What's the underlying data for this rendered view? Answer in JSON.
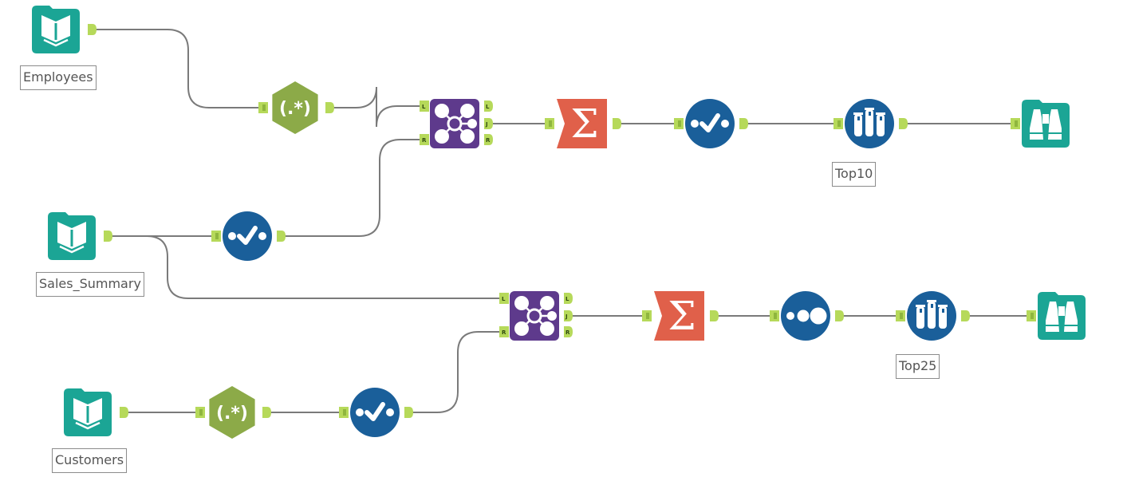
{
  "canvas": {
    "background": "#ffffff",
    "colors": {
      "input_teal": "#1ba595",
      "formula_green": "#8caa48",
      "join_purple": "#5e3a8c",
      "summarize_orange": "#e0604a",
      "select_blue": "#1a5f9a",
      "anchor_green": "#b6d95a",
      "connection_gray": "#7a7a7a"
    }
  },
  "tools": [
    {
      "id": "t1",
      "type": "input",
      "icon": "book-icon",
      "label": "Employees"
    },
    {
      "id": "t2",
      "type": "regex",
      "icon": "regex-icon",
      "glyph": "(.*)"
    },
    {
      "id": "t3",
      "type": "join",
      "icon": "join-icon",
      "inputs": [
        "L",
        "R"
      ],
      "outputs": [
        "L",
        "J",
        "R"
      ]
    },
    {
      "id": "t4",
      "type": "summarize",
      "icon": "sigma-icon",
      "glyph": "Σ"
    },
    {
      "id": "t5",
      "type": "select",
      "icon": "checkmark-icon"
    },
    {
      "id": "t6",
      "type": "sample",
      "icon": "test-tubes-icon",
      "label": "Top10"
    },
    {
      "id": "t7",
      "type": "browse",
      "icon": "binoculars-icon"
    },
    {
      "id": "t8",
      "type": "input",
      "icon": "book-icon",
      "label": "Sales_Summary"
    },
    {
      "id": "t9",
      "type": "select",
      "icon": "checkmark-icon"
    },
    {
      "id": "t10",
      "type": "join",
      "icon": "join-icon",
      "inputs": [
        "L",
        "R"
      ],
      "outputs": [
        "L",
        "J",
        "R"
      ]
    },
    {
      "id": "t11",
      "type": "summarize",
      "icon": "sigma-icon",
      "glyph": "Σ"
    },
    {
      "id": "t12",
      "type": "sort",
      "icon": "dots-icon"
    },
    {
      "id": "t13",
      "type": "sample",
      "icon": "test-tubes-icon",
      "label": "Top25"
    },
    {
      "id": "t14",
      "type": "browse",
      "icon": "binoculars-icon"
    },
    {
      "id": "t15",
      "type": "input",
      "icon": "book-icon",
      "label": "Customers"
    },
    {
      "id": "t16",
      "type": "regex",
      "icon": "regex-icon",
      "glyph": "(.*)"
    },
    {
      "id": "t17",
      "type": "select",
      "icon": "checkmark-icon"
    }
  ],
  "connections": [
    {
      "from": "t1",
      "to": "t2"
    },
    {
      "from": "t2",
      "to": "t3",
      "to_anchor": "L"
    },
    {
      "from": "t9",
      "to": "t3",
      "to_anchor": "R"
    },
    {
      "from": "t3",
      "from_anchor": "J",
      "to": "t4"
    },
    {
      "from": "t4",
      "to": "t5"
    },
    {
      "from": "t5",
      "to": "t6"
    },
    {
      "from": "t6",
      "to": "t7"
    },
    {
      "from": "t8",
      "to": "t9"
    },
    {
      "from": "t8",
      "to": "t10",
      "to_anchor": "L"
    },
    {
      "from": "t15",
      "to": "t16"
    },
    {
      "from": "t16",
      "to": "t17"
    },
    {
      "from": "t17",
      "to": "t10",
      "to_anchor": "R"
    },
    {
      "from": "t10",
      "from_anchor": "J",
      "to": "t11"
    },
    {
      "from": "t11",
      "to": "t12"
    },
    {
      "from": "t12",
      "to": "t13"
    },
    {
      "from": "t13",
      "to": "t14"
    }
  ]
}
